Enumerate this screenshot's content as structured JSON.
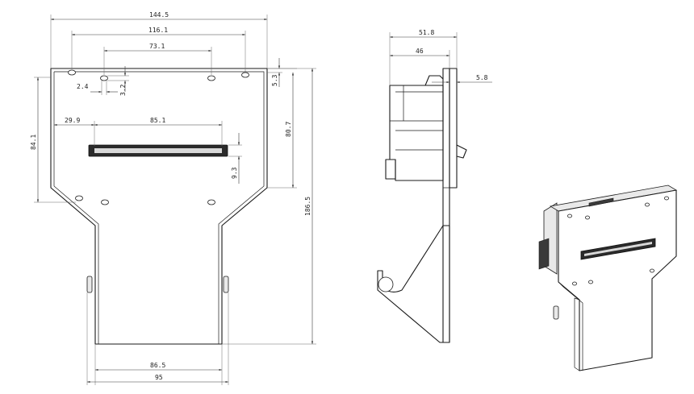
{
  "dimensions": {
    "overall_width": "144.5",
    "hole_span_outer": "116.1",
    "hole_span_inner": "73.1",
    "hole_offset_x": "2.4",
    "hole_offset_y": "3.2",
    "slot_offset_left": "29.9",
    "slot_length": "85.1",
    "top_hole_offset": "5.3",
    "slot_from_top": "80.7",
    "slot_height": "9.3",
    "left_height": "84.1",
    "overall_height": "186.5",
    "tail_width_inner": "86.5",
    "tail_width_outer": "95",
    "side_depth_total": "51.8",
    "side_depth_body": "46",
    "side_plate_thickness": "5.8"
  },
  "views": [
    "front-view",
    "side-view",
    "isometric-view"
  ]
}
